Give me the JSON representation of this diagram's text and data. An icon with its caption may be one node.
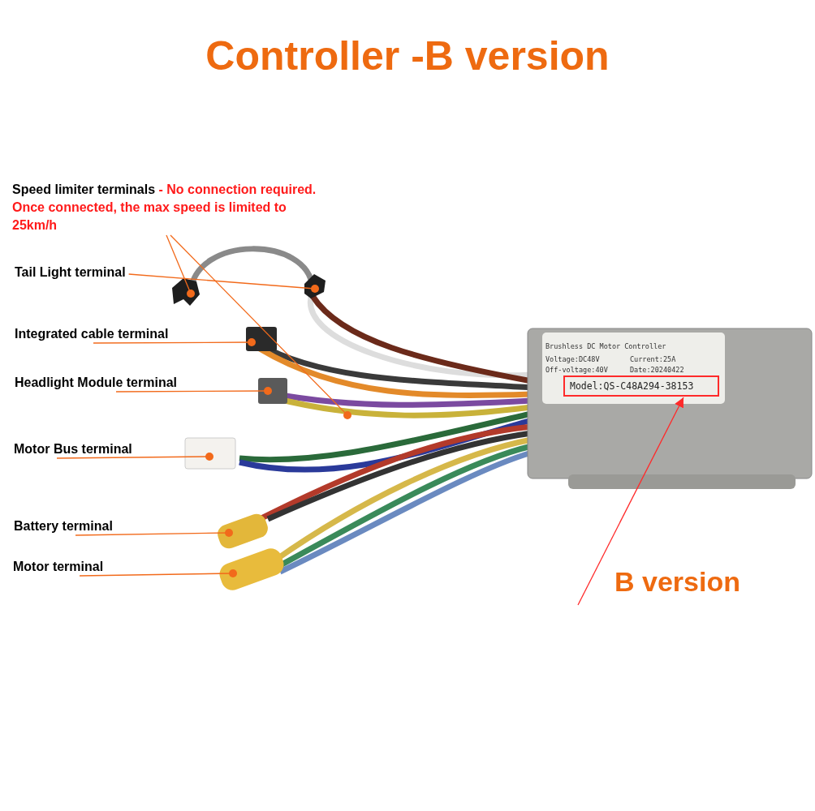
{
  "diagram": {
    "title": "Controller -B version",
    "nodes": [
      {
        "text": [
          "Speed limiter terminals",
          "- No connection required. Once connected, the max speed is limited to 25km/h"
        ]
      },
      {
        "text": [
          "Tail Light terminal"
        ]
      },
      {
        "text": [
          "Integrated cable terminal"
        ]
      },
      {
        "text": [
          "Headlight Module terminal"
        ]
      },
      {
        "text": [
          "Motor Bus terminal"
        ]
      },
      {
        "text": [
          "Battery terminal"
        ]
      },
      {
        "text": [
          "Motor terminal"
        ]
      },
      {
        "text": [
          "Model:QS-C48A294-38153"
        ]
      }
    ],
    "edges": [
      {
        "from": 0,
        "to": null,
        "arrow": "other"
      },
      {
        "from": 0,
        "to": null,
        "arrow": "other"
      },
      {
        "from": 1,
        "to": null,
        "arrow": "other"
      },
      {
        "from": 2,
        "to": null,
        "arrow": "other"
      },
      {
        "from": 3,
        "to": null,
        "arrow": "other"
      },
      {
        "from": 4,
        "to": null,
        "arrow": "other"
      },
      {
        "from": 5,
        "to": null,
        "arrow": "other"
      },
      {
        "from": 6,
        "to": null,
        "arrow": "other"
      },
      {
        "from": null,
        "to": 7,
        "arrow": "to",
        "color": "#ff2a2a"
      }
    ],
    "labels": [
      "Brushless DC Motor Controller",
      "Voltage:DC48V",
      "Current:25A",
      "Off-voltage:40V",
      "Date:20240422",
      "B version"
    ]
  }
}
